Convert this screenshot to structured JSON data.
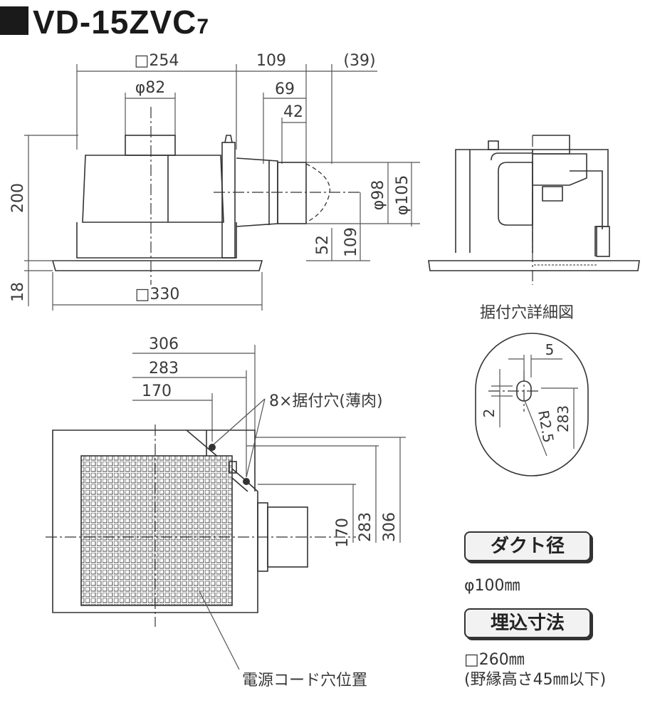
{
  "model": {
    "prefix": "VD-15ZVC",
    "suffix": "7"
  },
  "side_view": {
    "dims": {
      "top_width": "□254",
      "offset": "109",
      "tail": "(39)",
      "top_pipe": "φ82",
      "d69": "69",
      "d42": "42",
      "height": "200",
      "flange": "18",
      "bottom_width": "□330",
      "phi98": "φ98",
      "phi105": "φ105",
      "d52": "52",
      "d109v": "109"
    }
  },
  "hole_detail": {
    "title": "据付穴詳細図",
    "d5": "5",
    "d2": "2",
    "r": "R2.5",
    "d283": "283"
  },
  "plan_view": {
    "dims": {
      "d306": "306",
      "d283": "283",
      "d170": "170",
      "v170": "170",
      "v283": "283",
      "v306": "306"
    },
    "holes_label": "8×据付穴(薄肉)",
    "cord_label": "電源コード穴位置"
  },
  "duct": {
    "label": "ダクト径",
    "value": "φ100㎜"
  },
  "embed": {
    "label": "埋込寸法",
    "value": "□260㎜",
    "note": "(野縁高さ45㎜以下)"
  }
}
